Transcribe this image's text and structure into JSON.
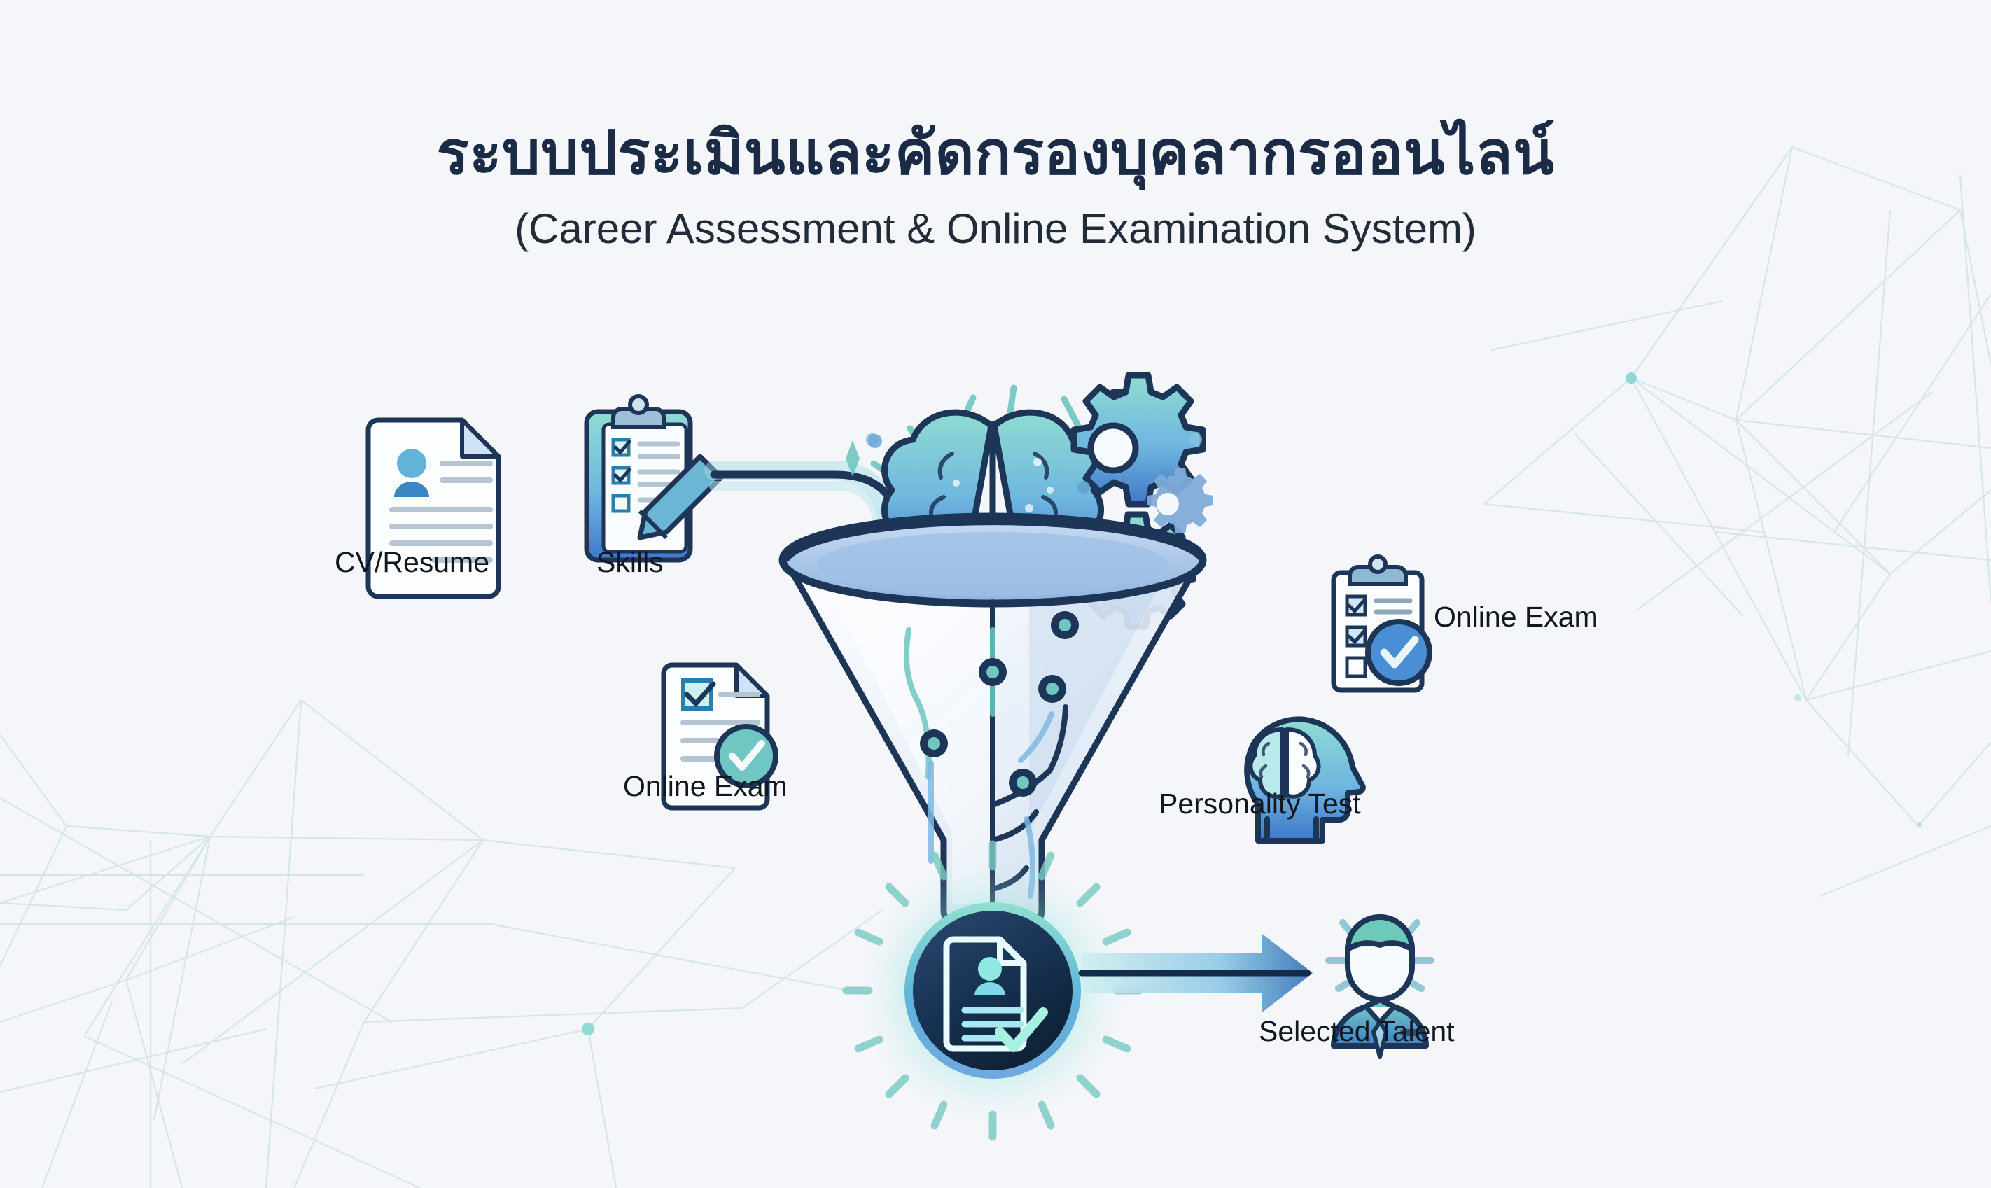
{
  "page": {
    "background_color": "#f4f6fa",
    "title_th": "ระบบประเมินและคัดกรองบุคลากรออนไลน์",
    "title_en": "(Career Assessment & Online Examination System)",
    "title_color": "#1b2b45",
    "subtitle_color": "#222b38"
  },
  "palette": {
    "ink": "#1d3557",
    "ink_dark": "#16283f",
    "teal": "#6fc6c2",
    "teal_light": "#9fdcd8",
    "blue": "#4a8fd6",
    "blue_deep": "#2f6fb5",
    "navy": "#17304f",
    "label_text": "#11161f",
    "net_line": "#bdd9dc",
    "glow": "#7fe3cf"
  },
  "diagram": {
    "type": "funnel-flow",
    "inputs": [
      {
        "id": "cv",
        "label": "CV/Resume",
        "icon": "document-person-icon"
      },
      {
        "id": "skills",
        "label": "Skills",
        "icon": "clipboard-pencil-icon"
      }
    ],
    "funnel": {
      "name": "assessment-funnel",
      "top_icons": [
        {
          "id": "brain",
          "icon": "brain-icon"
        },
        {
          "id": "gear-large",
          "icon": "gear-icon"
        },
        {
          "id": "gear-medium",
          "icon": "gear-icon"
        },
        {
          "id": "gear-small",
          "icon": "gear-icon"
        }
      ],
      "inflow_arrow": "curved-arrow-icon"
    },
    "branches": [
      {
        "id": "exam-left",
        "label": "Online Exam",
        "icon": "document-check-icon",
        "side": "left"
      },
      {
        "id": "exam-right",
        "label": "Online Exam",
        "icon": "clipboard-check-icon",
        "side": "right"
      },
      {
        "id": "personality",
        "label": "Personality Test",
        "icon": "head-brain-icon",
        "side": "right"
      }
    ],
    "result": {
      "id": "result-node",
      "icon": "profile-approved-icon",
      "glow": true
    },
    "output": {
      "id": "talent",
      "label": "Selected Talent",
      "icon": "business-person-icon",
      "arrow": "arrow-right-icon"
    }
  }
}
